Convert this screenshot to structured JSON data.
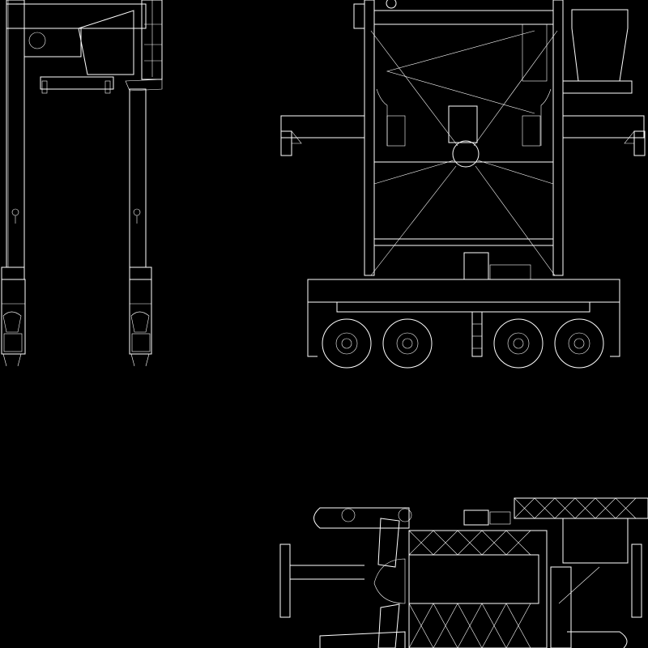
{
  "drawing": {
    "background_color": "#000000",
    "line_color": "#ffffff",
    "views": [
      "side-elevation",
      "front-elevation",
      "plan-view"
    ]
  }
}
